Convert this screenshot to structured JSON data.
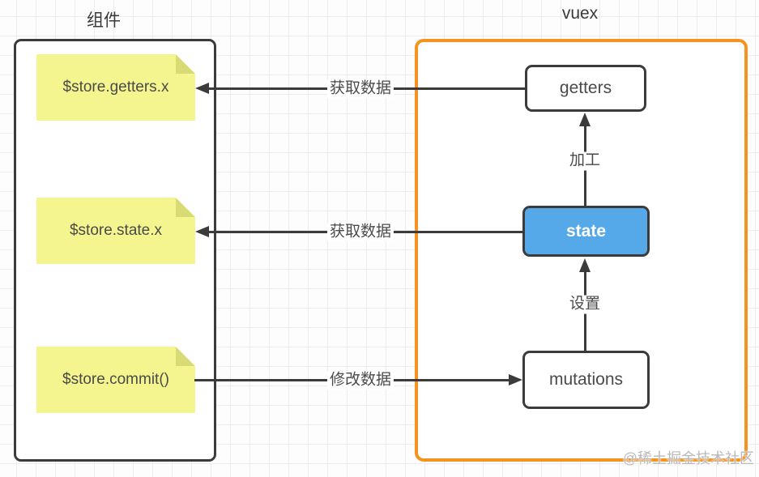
{
  "titles": {
    "component": "组件",
    "vuex": "vuex"
  },
  "component_panel": {
    "notes": [
      {
        "label": "$store.getters.x"
      },
      {
        "label": "$store.state.x"
      },
      {
        "label": "$store.commit()"
      }
    ]
  },
  "vuex_panel": {
    "nodes": [
      {
        "id": "getters",
        "label": "getters"
      },
      {
        "id": "state",
        "label": "state"
      },
      {
        "id": "mutations",
        "label": "mutations"
      }
    ]
  },
  "edges": {
    "getters_to_component": "获取数据",
    "state_to_component": "获取数据",
    "component_to_mutations": "修改数据",
    "state_to_getters": "加工",
    "mutations_to_state": "设置"
  },
  "watermark": "@稀土掘金技术社区",
  "colors": {
    "accent_orange": "#f6921e",
    "state_blue": "#56a9e8",
    "note_yellow": "#f4f58e",
    "note_fold": "#d8db73",
    "line_dark": "#3b3b3b",
    "grid_line": "#ededed"
  }
}
